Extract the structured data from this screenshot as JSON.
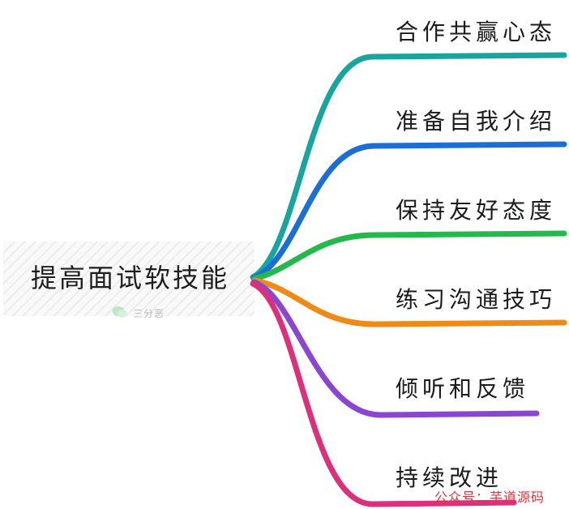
{
  "root": {
    "label": "提高面试软技能"
  },
  "branches": [
    {
      "label": "合作共赢心态",
      "color": "#18a5a0"
    },
    {
      "label": "准备自我介绍",
      "color": "#1a6fd6"
    },
    {
      "label": "保持友好态度",
      "color": "#25b84d"
    },
    {
      "label": "练习沟通技巧",
      "color": "#ef8a17"
    },
    {
      "label": "倾听和反馈",
      "color": "#8a45d1"
    },
    {
      "label": "持续改进",
      "color": "#dd2f7b"
    }
  ],
  "watermarks": {
    "center_logo_text": "三分恶",
    "footer": "公众号：芋道源码",
    "footer_color": "#e2333b"
  }
}
